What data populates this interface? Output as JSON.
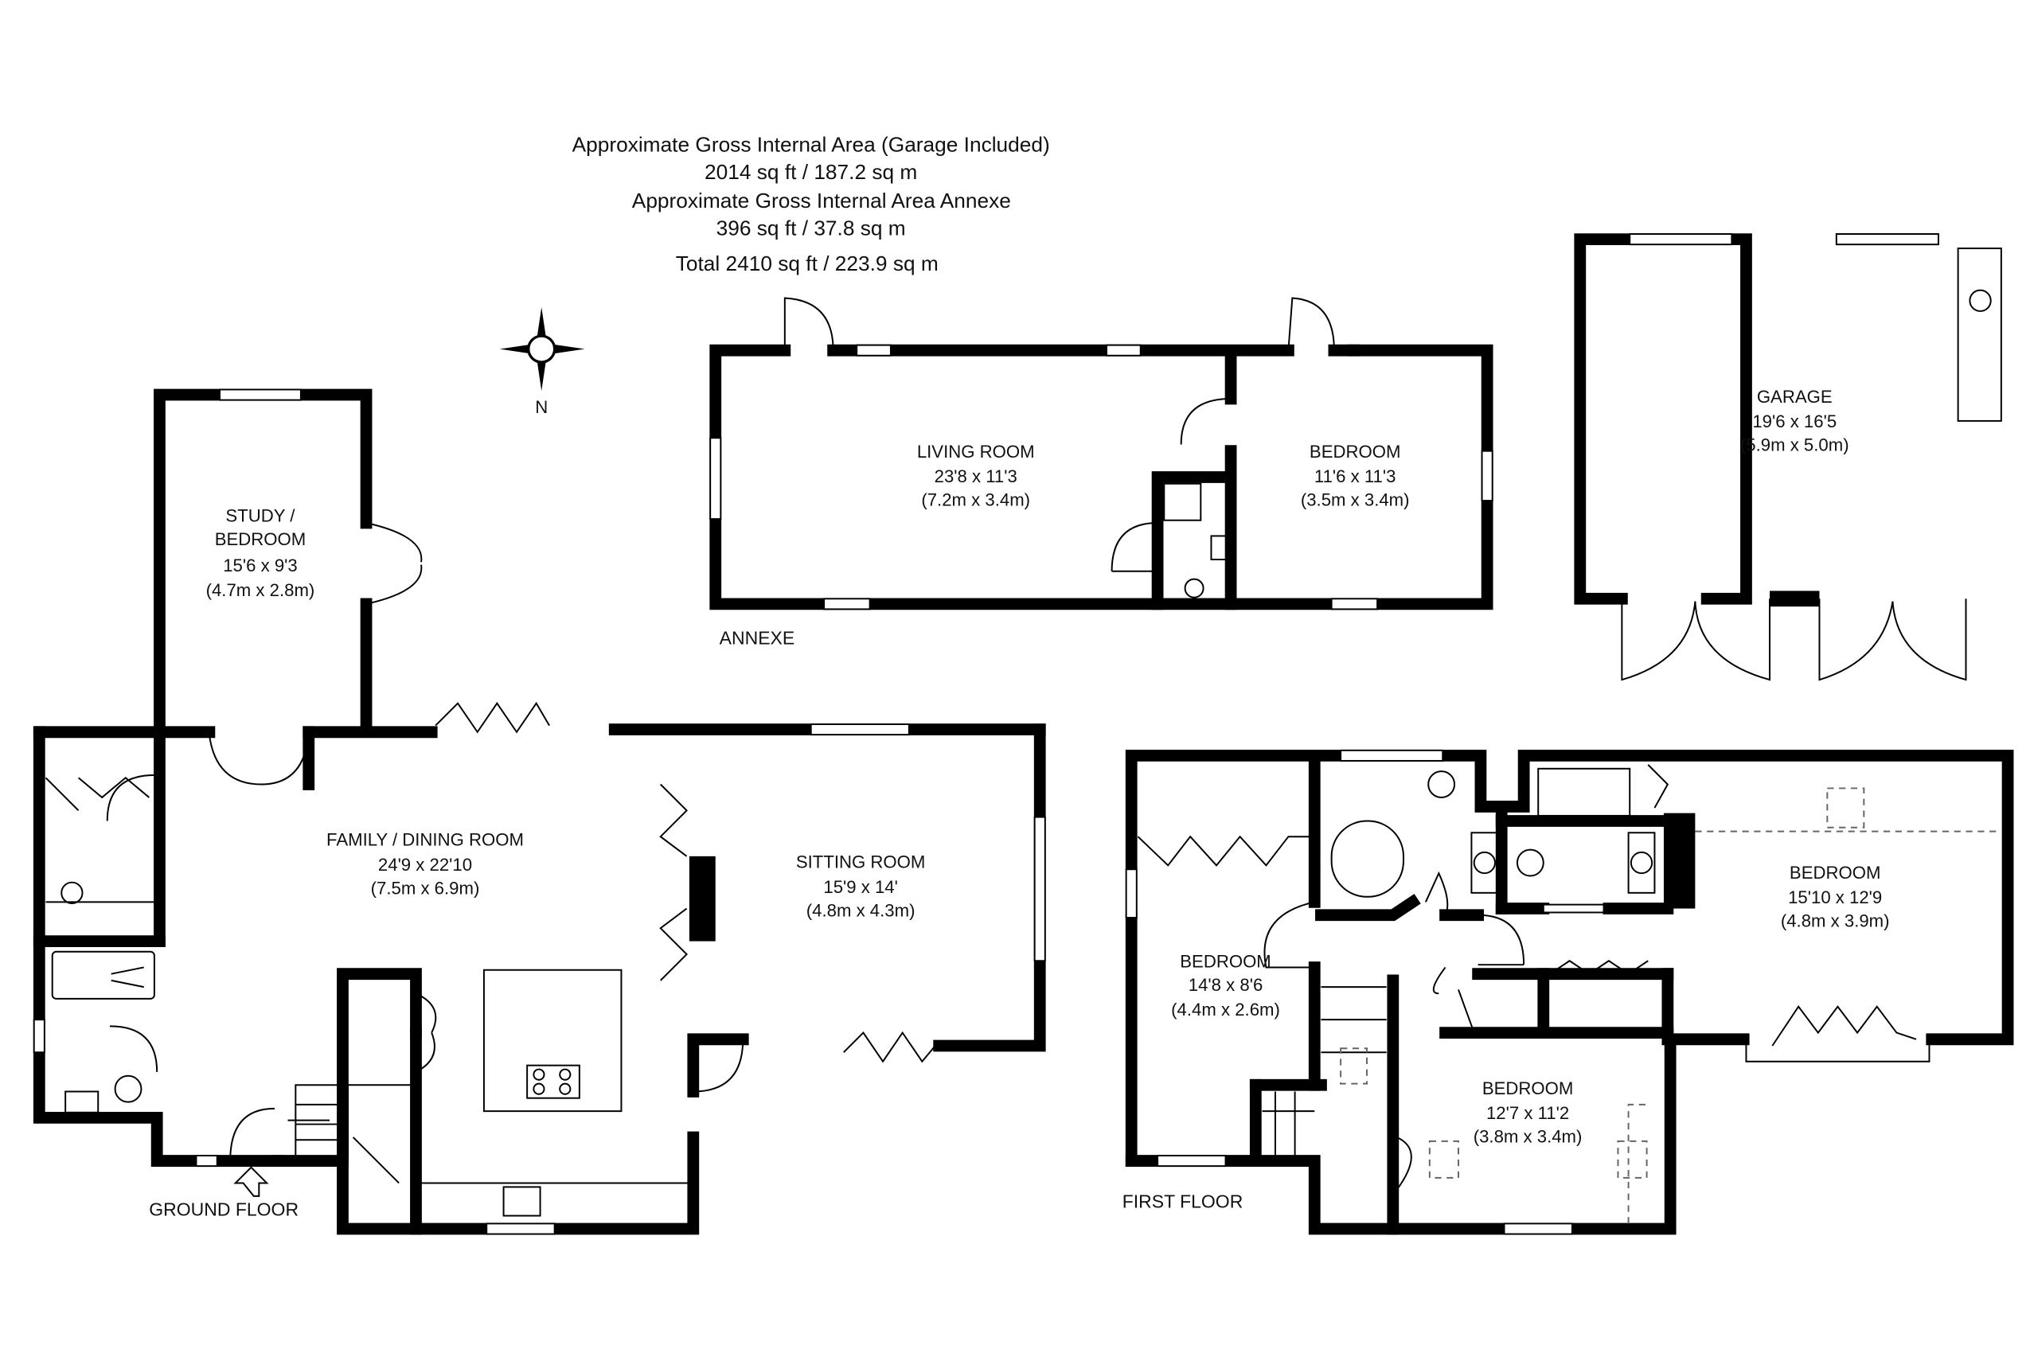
{
  "header": {
    "line1": "Approximate Gross Internal Area (Garage Included)",
    "line2": "2014 sq ft / 187.2 sq m",
    "line3": "Approximate Gross Internal Area Annexe",
    "line4": "396 sq ft / 37.8 sq m",
    "line5": "Total 2410 sq ft / 223.9 sq m"
  },
  "compass": {
    "label": "N"
  },
  "floors": {
    "ground": "GROUND FLOOR",
    "first": "FIRST FLOOR",
    "annexe": "ANNEXE"
  },
  "rooms": {
    "study": {
      "name1": "STUDY /",
      "name2": "BEDROOM",
      "imperial": "15'6 x 9'3",
      "metric": "(4.7m x 2.8m)"
    },
    "family": {
      "name": "FAMILY / DINING ROOM",
      "imperial": "24'9 x 22'10",
      "metric": "(7.5m x 6.9m)"
    },
    "sitting": {
      "name": "SITTING ROOM",
      "imperial": "15'9 x 14'",
      "metric": "(4.8m x 4.3m)"
    },
    "annexe_living": {
      "name": "LIVING ROOM",
      "imperial": "23'8 x 11'3",
      "metric": "(7.2m x 3.4m)"
    },
    "annexe_bedroom": {
      "name": "BEDROOM",
      "imperial": "11'6 x 11'3",
      "metric": "(3.5m x 3.4m)"
    },
    "garage": {
      "name": "GARAGE",
      "imperial": "19'6 x 16'5",
      "metric": "(5.9m x 5.0m)"
    },
    "ff_bed1": {
      "name": "BEDROOM",
      "imperial": "14'8 x 8'6",
      "metric": "(4.4m x 2.6m)"
    },
    "ff_bed2": {
      "name": "BEDROOM",
      "imperial": "15'10 x 12'9",
      "metric": "(4.8m x 3.9m)"
    },
    "ff_bed3": {
      "name": "BEDROOM",
      "imperial": "12'7 x 11'2",
      "metric": "(3.8m x 3.4m)"
    }
  }
}
